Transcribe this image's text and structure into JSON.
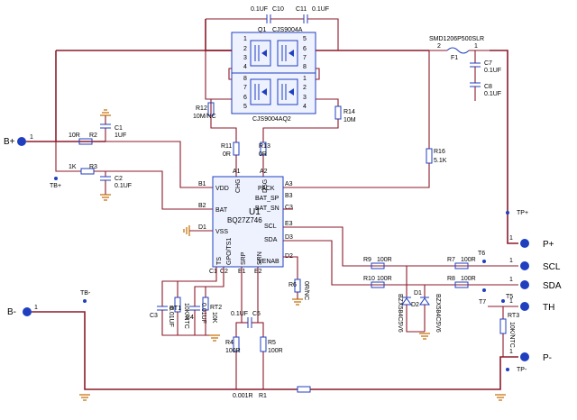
{
  "connectors": {
    "b_plus": "B+",
    "b_minus": "B-",
    "p_plus": "P+",
    "p_minus": "P-",
    "scl": "SCL",
    "sda": "SDA",
    "th": "TH",
    "pin1": "1"
  },
  "testpoints": {
    "tb_plus": "TB+",
    "tb_minus": "TB-",
    "tp_plus": "TP+",
    "tp_minus": "TP-",
    "t5": "T5",
    "t6": "T6",
    "t7": "T7"
  },
  "components": {
    "c10": "C10",
    "c10_val": "0.1UF",
    "c11": "C11",
    "c11_val": "0.1UF",
    "q1": "Q1",
    "q1_part": "CJS9004A",
    "q2_part": "CJS9004AQ2",
    "fuse_part": "SMD1206P500SLR",
    "f1": "F1",
    "c7": "C7",
    "c7_val": "0.1UF",
    "c8": "C8",
    "c8_val": "0.1UF",
    "r12": "R12",
    "r12_val": "10M/NC",
    "r14": "R14",
    "r14_val": "10M",
    "c1": "C1",
    "c1_val": "1UF",
    "r2_val": "10R",
    "r2": "R2",
    "r3_val": "1K",
    "r3": "R3",
    "c2": "C2",
    "c2_val": "0.1UF",
    "r11": "R11",
    "r11_val": "0R",
    "r13": "R13",
    "r13_val": "0R",
    "r16": "R16",
    "r16_val": "5.1K",
    "u1": "U1",
    "u1_part": "BQ27Z746",
    "r9": "R9",
    "r9_val": "100R",
    "r7": "R7",
    "r7_val": "100R",
    "r10": "R10",
    "r10_val": "100R",
    "r8": "R8",
    "r8_val": "100R",
    "d2": "D2",
    "d2_part": "BZX584C5V6",
    "d1": "D1",
    "d1_part": "BZX584C5V6",
    "r6": "R6",
    "r6_val": "0R/NC",
    "c3": "C3",
    "c3_val": "0.01UF",
    "rt1": "RT1",
    "rt1_val": "10K/NTC",
    "c4": "C4",
    "c4_val": "0.01UF",
    "rt2": "RT2",
    "rt2_val": "10K",
    "c5": "C5",
    "c5_val": "0.1UF",
    "r4": "R4",
    "r4_val": "100R",
    "r5": "R5",
    "r5_val": "100R",
    "r1": "R1",
    "r1_val": "0.001R",
    "rt3": "RT3",
    "rt3_val": "10K/NTC"
  },
  "u1_pins": {
    "vdd": "VDD",
    "bat": "BAT",
    "vss": "VSS",
    "chg": "CHG",
    "dsg": "DSG",
    "pack": "PACK",
    "bat_sp": "BAT_SP",
    "bat_sn": "BAT_SN",
    "scl": "SCL",
    "sda": "SDA",
    "ts": "TS",
    "gpo_ts1": "GPO/TS1",
    "srp": "SRP",
    "srn": "SRN",
    "venab": "VENAB",
    "b1": "B1",
    "b2": "B2",
    "d1": "D1",
    "a1": "A1",
    "a2": "A2",
    "a3": "A3",
    "b3": "B3",
    "c3": "C3",
    "e3": "E3",
    "d3": "D3",
    "d2": "D2",
    "c1": "C1",
    "c2": "C2",
    "e1": "E1",
    "e2": "E2"
  },
  "mosfet_pins": [
    "1",
    "2",
    "3",
    "4",
    "5",
    "6",
    "7",
    "8"
  ],
  "passive_pins": [
    "1",
    "2"
  ]
}
